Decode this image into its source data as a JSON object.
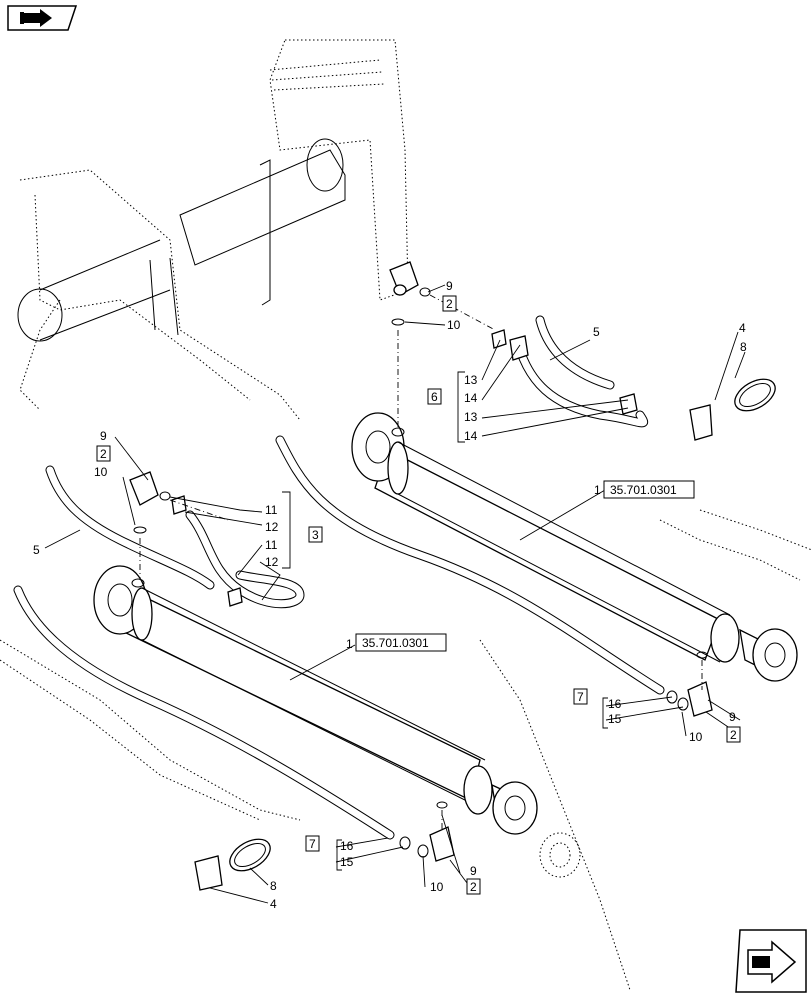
{
  "callouts": {
    "n1a": "1",
    "n1b": "1",
    "ref_a": "35.701.0301",
    "ref_b": "35.701.0301",
    "b2a": "2",
    "b2b": "2",
    "b2c": "2",
    "b2d": "2",
    "b3": "3",
    "b6": "6",
    "b7a": "7",
    "b7b": "7",
    "n4a": "4",
    "n4b": "4",
    "n5a": "5",
    "n5b": "5",
    "n8a": "8",
    "n8b": "8",
    "n9a": "9",
    "n9b": "9",
    "n9c": "9",
    "n9d": "9",
    "n10a": "10",
    "n10b": "10",
    "n10c": "10",
    "n10d": "10",
    "n11a": "11",
    "n11b": "11",
    "n12a": "12",
    "n12b": "12",
    "n13a": "13",
    "n13b": "13",
    "n14a": "14",
    "n14b": "14",
    "n15a": "15",
    "n15b": "15",
    "n16a": "16",
    "n16b": "16"
  },
  "icons": {
    "top_left": "book-arrow-icon",
    "bottom_right": "next-page-arrow-icon"
  }
}
